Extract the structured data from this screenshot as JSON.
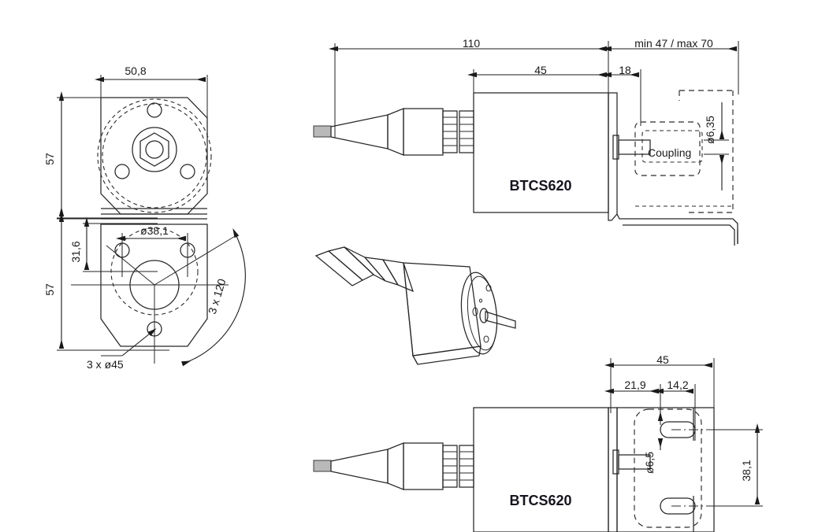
{
  "drawing": {
    "title": "BTCS620 motor dimensional drawing",
    "units_note": "",
    "line_color": "#1a1a1a",
    "text_color": "#1a1a1a",
    "background": "#ffffff"
  },
  "views": {
    "front_top": {
      "name": "front-face-view",
      "dimensions": {
        "width": "50,8",
        "height": "57"
      }
    },
    "front_bottom": {
      "name": "mounting-hole-pattern-view",
      "dimensions": {
        "height": "57",
        "hole_height": "31,6",
        "bolt_circle": "ø38,1",
        "hole_spec": "3 x ø45",
        "angular_spacing": "3 x 120"
      }
    },
    "side_top": {
      "name": "side-elevation-with-bracket",
      "label": "BTCS620",
      "coupling_label": "Coupling",
      "dimensions": {
        "total_length": "110",
        "body_length": "45",
        "flange_offset": "18",
        "bracket_range": "min 47 / max 70",
        "shaft_diameter": "ø6,35"
      }
    },
    "side_bottom": {
      "name": "side-elevation-with-slots",
      "label": "BTCS620",
      "dimensions": {
        "bracket_width": "45",
        "slot_offset_1": "21,9",
        "slot_offset_2": "14,2",
        "slot_width": "ø6,5",
        "bracket_height": "38,1"
      }
    },
    "isometric": {
      "name": "isometric-motor-render"
    }
  },
  "labels": {
    "dim_50_8": "50,8",
    "dim_57_top": "57",
    "dim_57_bottom": "57",
    "dim_31_6": "31,6",
    "dim_38_1_bolt": "ø38,1",
    "dim_3x45": "3 x ø45",
    "dim_3x120": "3 x 120",
    "dim_110": "110",
    "dim_45_top": "45",
    "dim_18": "18",
    "dim_minmax": "min 47 / max 70",
    "dim_6_35": "ø6,35",
    "dim_45_bottom": "45",
    "dim_21_9": "21,9",
    "dim_14_2": "14,2",
    "dim_6_5": "ø6,5",
    "dim_38_1_height": "38,1",
    "motor_top": "BTCS620",
    "motor_bottom": "BTCS620",
    "coupling": "Coupling"
  }
}
